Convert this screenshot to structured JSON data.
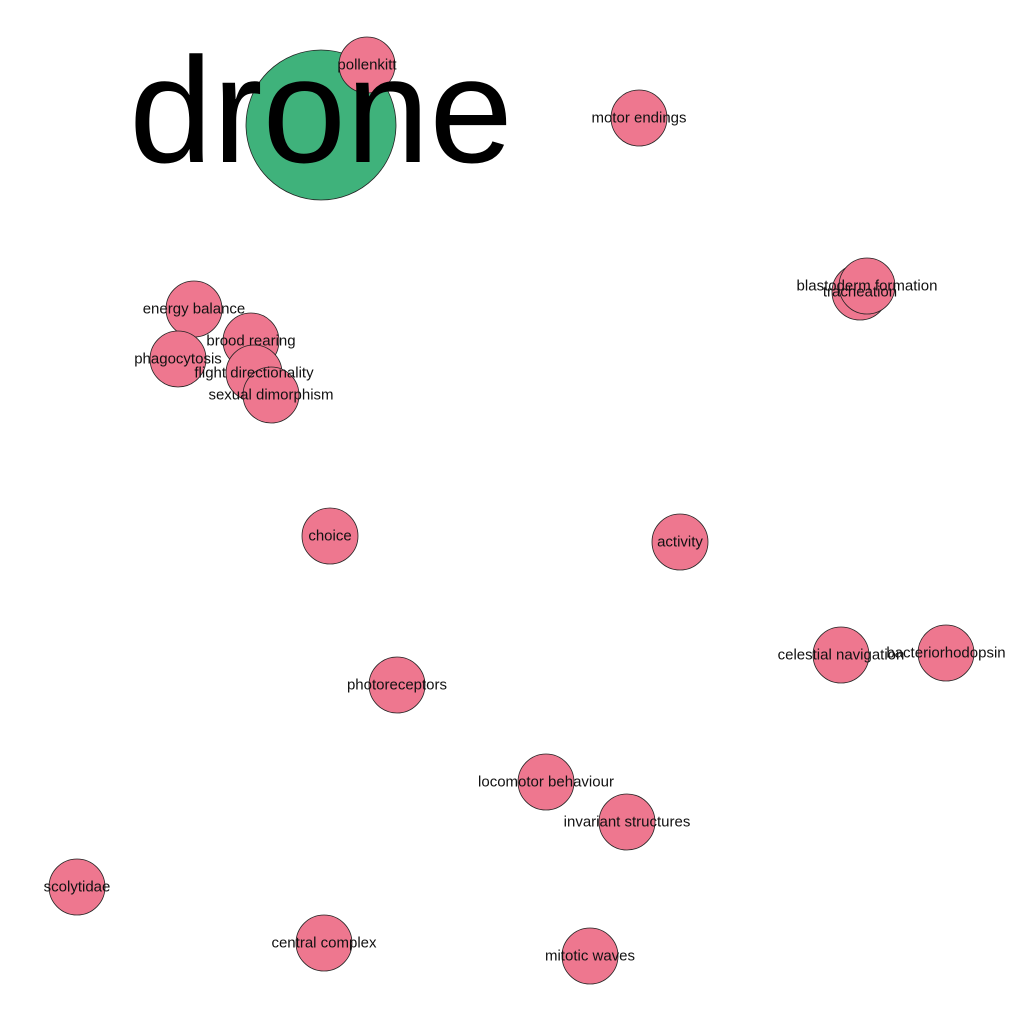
{
  "graph": {
    "colors": {
      "hub_fill": "#3fb27b",
      "node_fill": "#ee778f",
      "stroke": "#222222"
    },
    "hub": {
      "label": "drone",
      "role": "hub"
    },
    "nodes": [
      {
        "id": "pollenkitt",
        "label": "pollenkitt"
      },
      {
        "id": "motor-endings",
        "label": "motor endings"
      },
      {
        "id": "tracheation",
        "label": "tracheation"
      },
      {
        "id": "blastoderm-formation",
        "label": "blastoderm formation"
      },
      {
        "id": "energy-balance",
        "label": "energy balance"
      },
      {
        "id": "brood-rearing",
        "label": "brood rearing"
      },
      {
        "id": "phagocytosis",
        "label": "phagocytosis"
      },
      {
        "id": "flight-directionality",
        "label": "flight directionality"
      },
      {
        "id": "sexual-dimorphism",
        "label": "sexual dimorphism"
      },
      {
        "id": "choice",
        "label": "choice"
      },
      {
        "id": "activity",
        "label": "activity"
      },
      {
        "id": "celestial-navigation",
        "label": "celestial navigation"
      },
      {
        "id": "bacteriorhodopsin",
        "label": "bacteriorhodopsin"
      },
      {
        "id": "photoreceptors",
        "label": "photoreceptors"
      },
      {
        "id": "locomotor-behaviour",
        "label": "locomotor behaviour"
      },
      {
        "id": "invariant-structures",
        "label": "invariant structures"
      },
      {
        "id": "scolytidae",
        "label": "scolytidae"
      },
      {
        "id": "central-complex",
        "label": "central complex"
      },
      {
        "id": "mitotic-waves",
        "label": "mitotic waves"
      }
    ]
  }
}
